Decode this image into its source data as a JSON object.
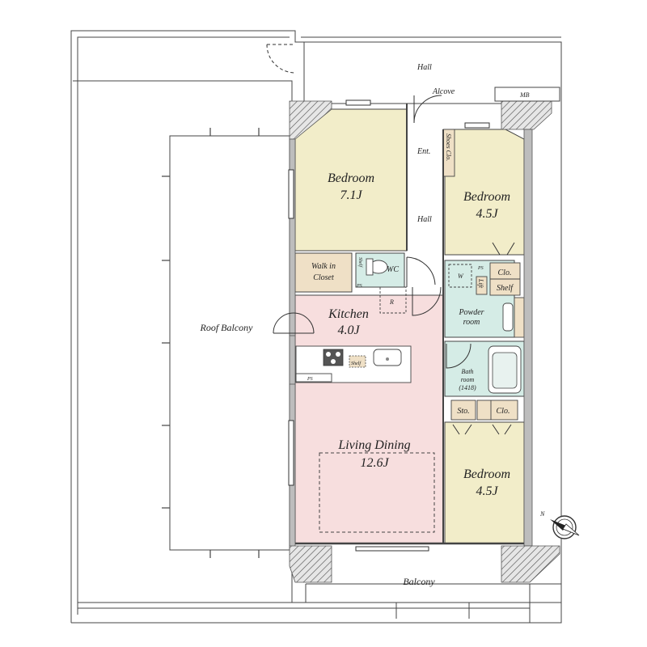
{
  "labels": {
    "hall_top": "Hall",
    "alcove": "Alcove",
    "mb": "MB",
    "entrance": "Ent.",
    "shoes_closet": "Shoes Clo.",
    "hall": "Hall",
    "bedroom_left_name": "Bedroom",
    "bedroom_left_size": "7.1J",
    "bedroom_upper_right_name": "Bedroom",
    "bedroom_upper_right_size": "4.5J",
    "walk_in_closet_line1": "Walk in",
    "walk_in_closet_line2": "Closet",
    "shelf_wc": "Shelf",
    "wc": "WC",
    "wc_ps": "PS",
    "wc_r": "R",
    "washer": "W",
    "ps_powder": "PS",
    "lift": "Lift",
    "clo_upper": "Clo.",
    "shelf_upper": "Shelf",
    "powder_room_line1": "Powder",
    "powder_room_line2": "room",
    "kitchen_name": "Kitchen",
    "kitchen_size": "4.0J",
    "kitchen_shelf": "Shelf",
    "kitchen_ps": "PS",
    "roof_balcony": "Roof Balcony",
    "bath_line1": "Bath",
    "bath_line2": "room",
    "bath_line3": "(1418)",
    "storage": "Sto.",
    "clo_lower": "Clo.",
    "living_dining_name": "Living Dining",
    "living_dining_size": "12.6J",
    "bedroom_lower_right_name": "Bedroom",
    "bedroom_lower_right_size": "4.5J",
    "balcony": "Balcony",
    "north": "N"
  },
  "colors": {
    "bedroom": "#f2edc9",
    "living_dining": "#f7dede",
    "wet_area": "#d5ece6",
    "storage": "#efe0c6",
    "wall": "#bdbdbd",
    "line": "#444444"
  }
}
